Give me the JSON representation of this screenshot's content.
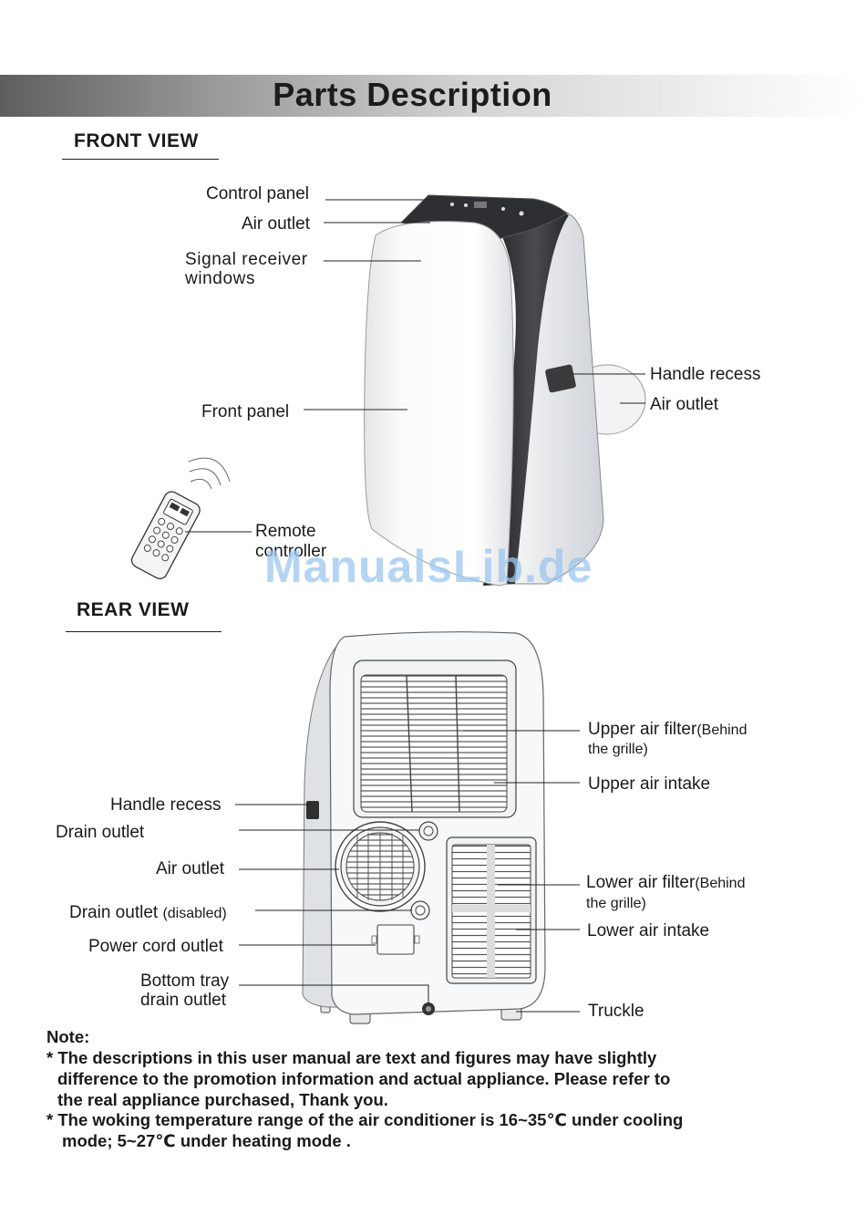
{
  "header": {
    "title": "Parts Description"
  },
  "front_view": {
    "title": "FRONT VIEW",
    "labels": {
      "control_panel": "Control panel",
      "air_outlet_top": "Air outlet",
      "signal_receiver_1": "Signal receiver",
      "signal_receiver_2": "windows",
      "front_panel": "Front panel",
      "handle_recess": "Handle recess",
      "air_outlet_side": "Air outlet",
      "remote_1": "Remote",
      "remote_2": "controller"
    }
  },
  "rear_view": {
    "title": "REAR VIEW",
    "labels": {
      "upper_filter": "Upper air filter",
      "upper_filter_note_1": "(Behind",
      "upper_filter_note_2": "the grille)",
      "upper_intake": "Upper air intake",
      "handle_recess": "Handle recess",
      "drain_outlet": "Drain outlet",
      "air_outlet": "Air outlet",
      "drain_outlet_disabled": "Drain outlet",
      "disabled": "(disabled)",
      "power_cord": "Power cord outlet",
      "lower_filter": "Lower air filter",
      "lower_filter_note_1": "(Behind",
      "lower_filter_note_2": "the grille)",
      "lower_intake": "Lower air intake",
      "bottom_tray_1": "Bottom tray",
      "bottom_tray_2": "drain outlet",
      "truckle": "Truckle"
    }
  },
  "notes": {
    "title": "Note:",
    "line1": "* The descriptions in this user manual are text and figures may have slightly",
    "line2": "difference to the promotion information and actual appliance. Please refer to",
    "line3": "the real appliance purchased, Thank you.",
    "line4": "* The woking temperature range of the air conditioner is 16~35℃ under cooling",
    "line5": "mode; 5~27℃ under heating mode ."
  },
  "watermark": "ManualsLib.de"
}
